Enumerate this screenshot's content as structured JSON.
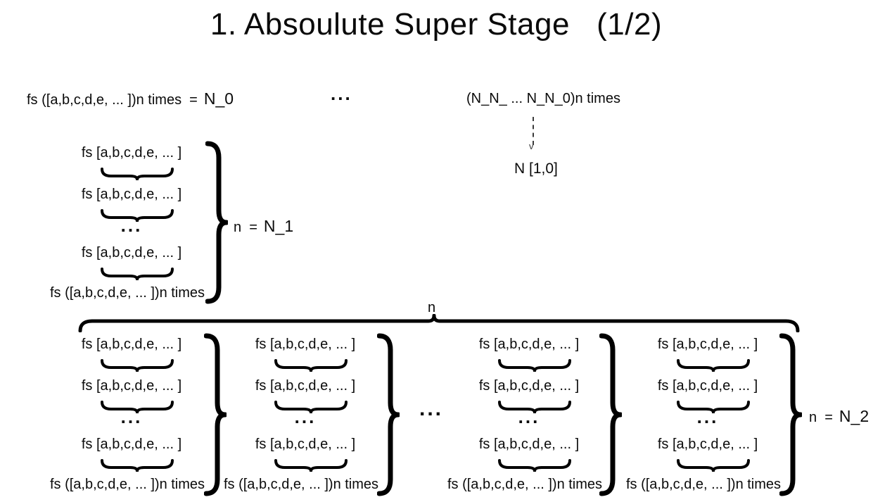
{
  "title": "1. Absoulute Super Stage   (1/2)",
  "top": {
    "left_formula": "fs ([a,b,c,d,e, ... ])n times  =",
    "left_value": "N_0",
    "ellipsis": "...",
    "right_formula": "(N_N_ ... N_N_0)n times"
  },
  "arrow": {
    "head": "v",
    "result": "N [1,0]"
  },
  "stack": {
    "row": "fs [a,b,c,d,e, ... ]",
    "dots": "...",
    "bottom": "fs ([a,b,c,d,e, ... ])n times"
  },
  "group1": {
    "label": "n  =",
    "value": "N_1"
  },
  "group2": {
    "label": "n  =",
    "value": "N_2"
  },
  "overbrace_label": "n",
  "middle_ellipsis": "..."
}
